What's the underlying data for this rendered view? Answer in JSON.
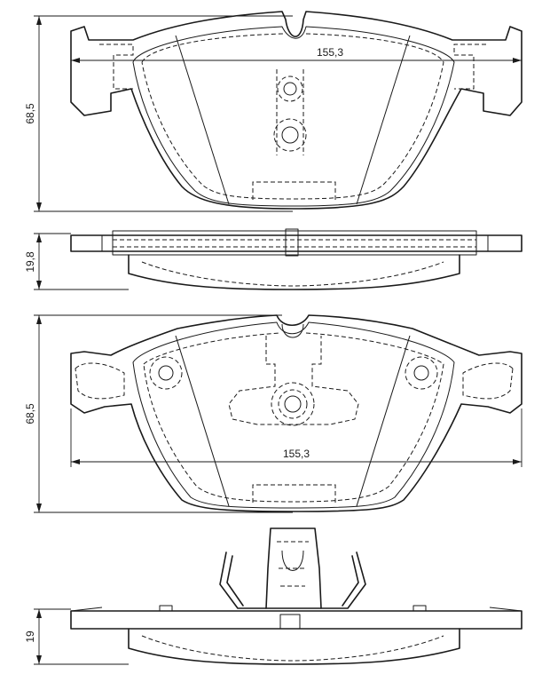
{
  "dimensions": {
    "top_height": "68,5",
    "top_width": "155,3",
    "top_thickness": "19,8",
    "bottom_height": "68,5",
    "bottom_width": "155,3",
    "bottom_thickness": "19"
  },
  "colors": {
    "line": "#1a1a1a",
    "background": "#ffffff"
  }
}
